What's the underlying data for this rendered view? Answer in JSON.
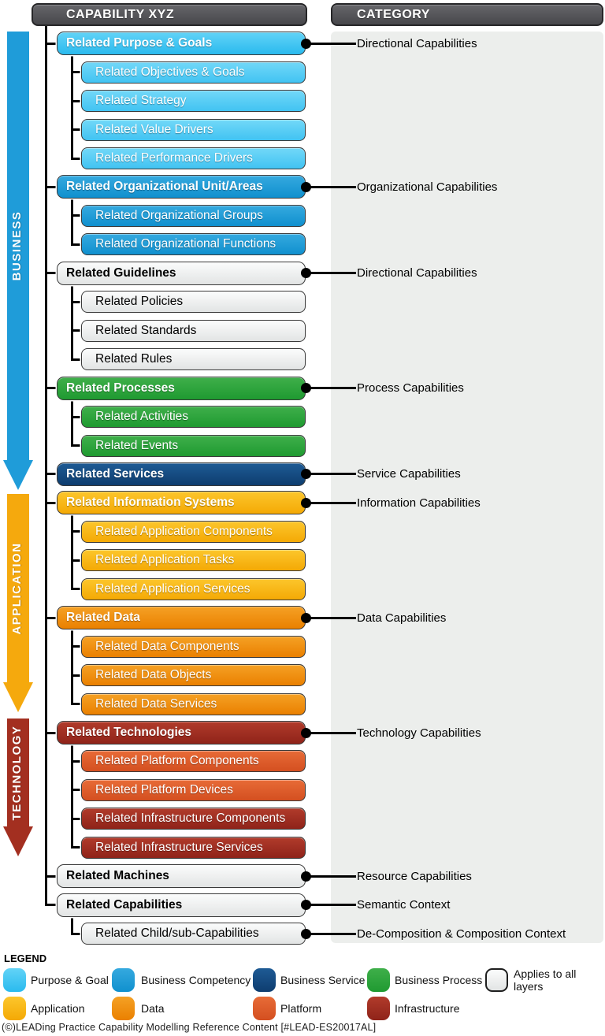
{
  "titles": {
    "capability": "CAPABILITY XYZ",
    "category": "CATEGORY"
  },
  "palette": {
    "cyan": {
      "top": "#62D3F7",
      "bottom": "#2ABAEE",
      "text": "light"
    },
    "cyanLight": {
      "top": "#72D8F8",
      "bottom": "#41C3F2",
      "text": "light"
    },
    "blue": {
      "top": "#35A9DF",
      "bottom": "#1090CE",
      "text": "light"
    },
    "white": {
      "top": "#FBFCFC",
      "bottom": "#E2E4E4",
      "text": "dark"
    },
    "green": {
      "top": "#3FAF4A",
      "bottom": "#1F9A31",
      "text": "light"
    },
    "navy": {
      "top": "#1E5B95",
      "bottom": "#0E3D6F",
      "text": "light"
    },
    "gold": {
      "top": "#FCC62C",
      "bottom": "#F4A905",
      "text": "light"
    },
    "orange": {
      "top": "#F5A125",
      "bottom": "#EA8000",
      "text": "light"
    },
    "darkred": {
      "top": "#B13B2B",
      "bottom": "#8F2319",
      "text": "light"
    },
    "orangered": {
      "top": "#E76B37",
      "bottom": "#D44F20",
      "text": "light"
    }
  },
  "layer_arrows": [
    {
      "id": "business",
      "label": "BUSINESS",
      "color": "#1F9CD9"
    },
    {
      "id": "application",
      "label": "APPLICATION",
      "color": "#F5A90D"
    },
    {
      "id": "technology",
      "label": "TECHNOLOGY",
      "color": "#A32F20"
    }
  ],
  "tree": [
    {
      "label": "Related Purpose & Goals",
      "style": "cyan",
      "category": "Directional Capabilities",
      "children": [
        {
          "label": "Related Objectives & Goals",
          "style": "cyanLight"
        },
        {
          "label": "Related Strategy",
          "style": "cyanLight"
        },
        {
          "label": "Related Value Drivers",
          "style": "cyanLight"
        },
        {
          "label": "Related Performance Drivers",
          "style": "cyanLight"
        }
      ]
    },
    {
      "label": "Related Organizational Unit/Areas",
      "style": "blue",
      "category": "Organizational Capabilities",
      "children": [
        {
          "label": "Related Organizational Groups",
          "style": "blue"
        },
        {
          "label": "Related Organizational Functions",
          "style": "blue"
        }
      ]
    },
    {
      "label": "Related Guidelines",
      "style": "white",
      "category": "Directional Capabilities",
      "children": [
        {
          "label": "Related Policies",
          "style": "white"
        },
        {
          "label": "Related Standards",
          "style": "white"
        },
        {
          "label": "Related Rules",
          "style": "white"
        }
      ]
    },
    {
      "label": "Related Processes",
      "style": "green",
      "category": "Process Capabilities",
      "children": [
        {
          "label": "Related Activities",
          "style": "green"
        },
        {
          "label": "Related Events",
          "style": "green"
        }
      ]
    },
    {
      "label": "Related Services",
      "style": "navy",
      "category": "Service Capabilities"
    },
    {
      "label": "Related Information Systems",
      "style": "gold",
      "category": "Information Capabilities",
      "children": [
        {
          "label": "Related Application Components",
          "style": "gold"
        },
        {
          "label": "Related Application Tasks",
          "style": "gold"
        },
        {
          "label": "Related Application Services",
          "style": "gold"
        }
      ]
    },
    {
      "label": "Related Data",
      "style": "orange",
      "category": "Data Capabilities",
      "children": [
        {
          "label": "Related Data Components",
          "style": "orange"
        },
        {
          "label": "Related Data Objects",
          "style": "orange"
        },
        {
          "label": "Related Data Services",
          "style": "orange"
        }
      ]
    },
    {
      "label": "Related Technologies",
      "style": "darkred",
      "category": "Technology Capabilities",
      "children": [
        {
          "label": "Related Platform Components",
          "style": "orangered"
        },
        {
          "label": "Related Platform Devices",
          "style": "orangered"
        },
        {
          "label": "Related Infrastructure Components",
          "style": "darkred"
        },
        {
          "label": "Related Infrastructure Services",
          "style": "darkred"
        }
      ]
    },
    {
      "label": "Related Machines",
      "style": "white",
      "category": "Resource Capabilities"
    },
    {
      "label": "Related Capabilities",
      "style": "white",
      "category": "Semantic Context",
      "children": [
        {
          "label": "Related Child/sub-Capabilities",
          "style": "white",
          "category": "De-Composition & Composition Context"
        }
      ]
    }
  ],
  "legend": {
    "title": "LEGEND",
    "rows": [
      [
        {
          "label": "Purpose & Goal",
          "style": "cyan"
        },
        {
          "label": "Business Competency",
          "style": "blue"
        },
        {
          "label": "Business Service",
          "style": "navy"
        },
        {
          "label": "Business Process",
          "style": "green"
        },
        {
          "label": "Applies to all layers",
          "style": "white"
        }
      ],
      [
        {
          "label": "Application",
          "style": "gold"
        },
        {
          "label": "Data",
          "style": "orange"
        },
        {
          "label": "Platform",
          "style": "orangered"
        },
        {
          "label": "Infrastructure",
          "style": "darkred"
        }
      ]
    ]
  },
  "footer": "(©)LEADing Practice Capability Modelling Reference Content [#LEAD-ES20017AL]"
}
